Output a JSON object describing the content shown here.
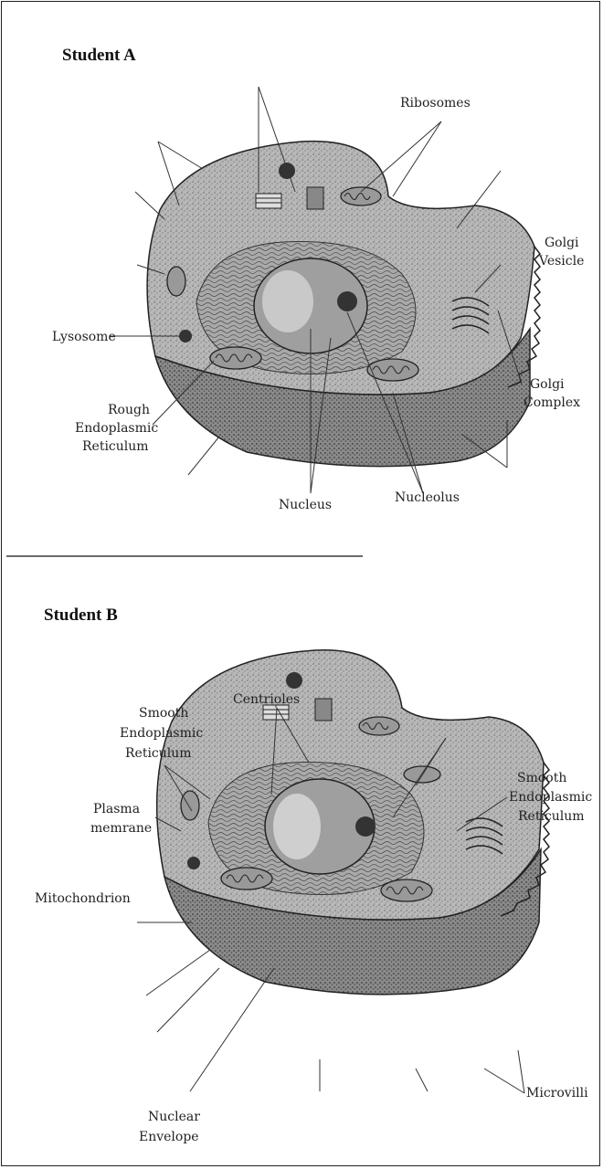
{
  "sections": [
    {
      "heading": "Student A",
      "labels": {
        "ribosomes": "Ribosomes",
        "golgi_vesicle_1": "Golgi",
        "golgi_vesicle_2": "Vesicle",
        "lysosome": "Lysosome",
        "golgi_complex_1": "Golgi",
        "golgi_complex_2": "Complex",
        "rough_er_1": "Rough",
        "rough_er_2": "Endoplasmic",
        "rough_er_3": "Reticulum",
        "nucleus": "Nucleus",
        "nucleolus": "Nucleolus"
      }
    },
    {
      "heading": "Student B",
      "labels": {
        "centrioles": "Centrioles",
        "smooth_er_left_1": "Smooth",
        "smooth_er_left_2": "Endoplasmic",
        "smooth_er_left_3": "Reticulum",
        "smooth_er_right_1": "Smooth",
        "smooth_er_right_2": "Endoplasmic",
        "smooth_er_right_3": "Reticulum",
        "plasma_membrane_1": "Plasma",
        "plasma_membrane_2": "memrane",
        "mitochondrion": "Mitochondrion",
        "microvilli": "Microvilli",
        "nuclear_envelope_1": "Nuclear",
        "nuclear_envelope_2": "Envelope"
      }
    }
  ],
  "colors": {
    "ink": "#222222",
    "cell_top": "#bdbdbd",
    "cell_side": "#8a8a8a",
    "nucleus": "#9a9a9a"
  }
}
